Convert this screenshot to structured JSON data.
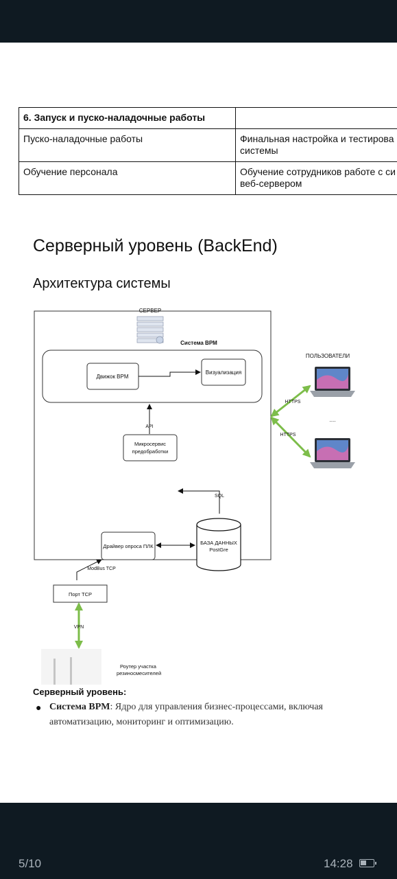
{
  "table": {
    "section_title": "6. Запуск и пуско-наладочные работы",
    "rows": [
      {
        "stage": "Пуско-наладочные работы",
        "desc_line1": "Финальная настройка и тестирова",
        "desc_line2": "системы"
      },
      {
        "stage": "Обучение персонала",
        "desc_line1": "Обучение сотрудников работе с си",
        "desc_line2": "веб-сервером"
      }
    ]
  },
  "heading_backend": "Серверный уровень (BackEnd)",
  "heading_architecture": "Архитектура системы",
  "diagram": {
    "server_label": "СЕРВЕР",
    "system_label": "Система BPM",
    "engine": "Движок BPM",
    "visualization": "Визуализация",
    "api": "API",
    "microservice_line1": "Микросервис",
    "microservice_line2": "предобработки",
    "sql": "SQL",
    "db_line1": "БАЗА ДАННЫХ",
    "db_line2": "PostGre",
    "driver": "Драйвер опроса ПЛК",
    "modbus": "ModBus TCP",
    "port": "Порт TCP",
    "vpn": "VPN",
    "router_line1": "Роутер участка",
    "router_line2": "резиносмесителей",
    "users": "ПОЛЬЗОВАТЕЛИ",
    "https1": "HTTPS",
    "https2": "HTTPS",
    "dots": "....",
    "accent_color": "#7dbd4a"
  },
  "section": {
    "heading": "Серверный уровень:",
    "bullet_term": "Система BPM",
    "bullet_text": ": Ядро для управления бизнес-процессами, включая автоматизацию, мониторинг и оптимизацию."
  },
  "status": {
    "page": "5/10",
    "time": "14:28",
    "battery_level": 0.45
  }
}
